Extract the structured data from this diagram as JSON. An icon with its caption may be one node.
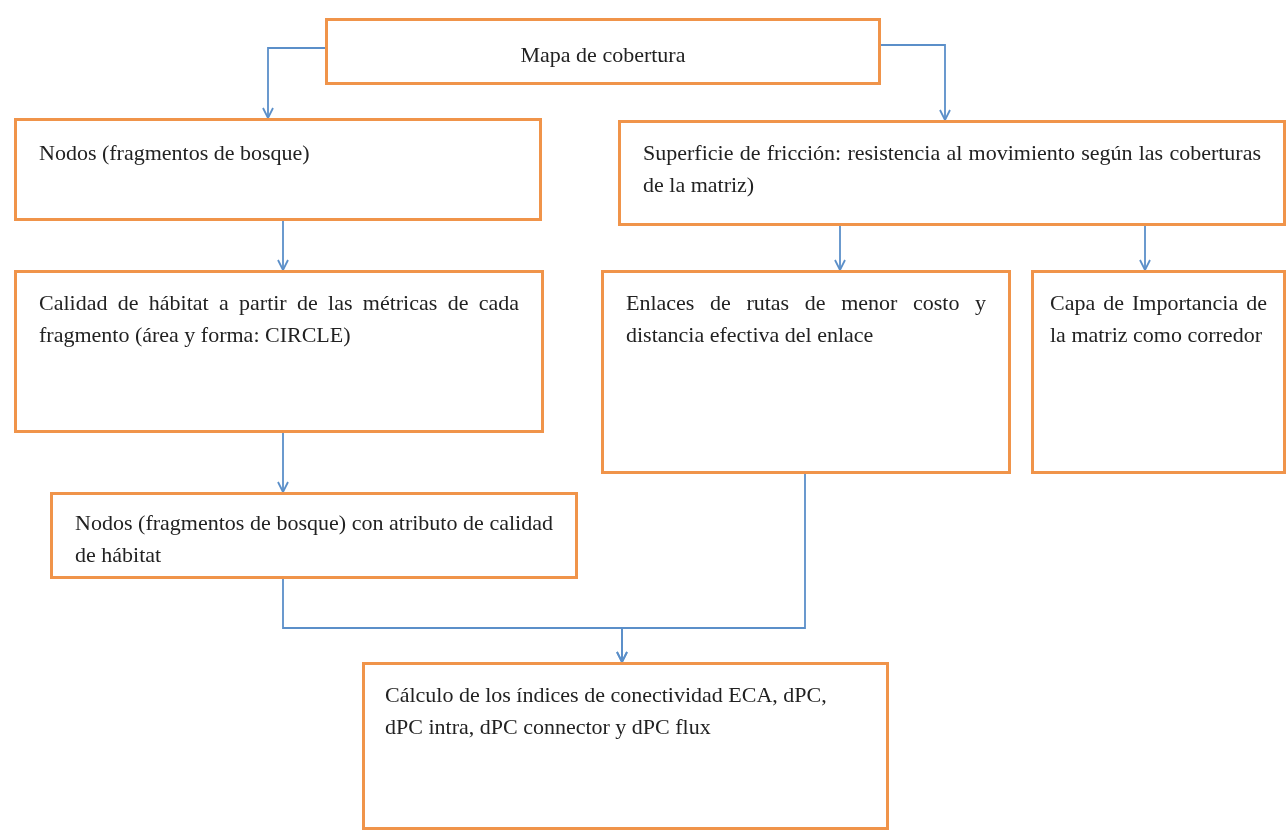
{
  "diagram": {
    "nodes": [
      {
        "text": [
          "Mapa de cobertura"
        ]
      },
      {
        "text": [
          "Nodos (fragmentos de bosque)"
        ]
      },
      {
        "text": [
          "Superficie de fricción: resistencia al movimiento según las coberturas de la matriz)"
        ]
      },
      {
        "text": [
          "Calidad de hábitat a partir de las métricas de cada fragmento (área y forma: CIRCLE)"
        ]
      },
      {
        "text": [
          "Enlaces de rutas de menor costo y distancia efectiva del enlace"
        ]
      },
      {
        "text": [
          "Capa de Importancia de la matriz como corredor"
        ]
      },
      {
        "text": [
          "Nodos (fragmentos de bosque) con atributo de calidad de hábitat"
        ]
      },
      {
        "text": [
          "Cálculo de los índices de conectividad ECA, dPC, dPC intra, dPC connector y dPC flux"
        ]
      }
    ],
    "edges": [
      {
        "from": 0,
        "to": 1,
        "arrow": "to"
      },
      {
        "from": 0,
        "to": 2,
        "arrow": "to"
      },
      {
        "from": 1,
        "to": 3,
        "arrow": "to"
      },
      {
        "from": 2,
        "to": 4,
        "arrow": "to"
      },
      {
        "from": 2,
        "to": 5,
        "arrow": "to"
      },
      {
        "from": 3,
        "to": 6,
        "arrow": "to"
      },
      {
        "from": 6,
        "to": 7,
        "arrow": "to"
      },
      {
        "from": 4,
        "to": 7,
        "arrow": "to"
      }
    ]
  }
}
